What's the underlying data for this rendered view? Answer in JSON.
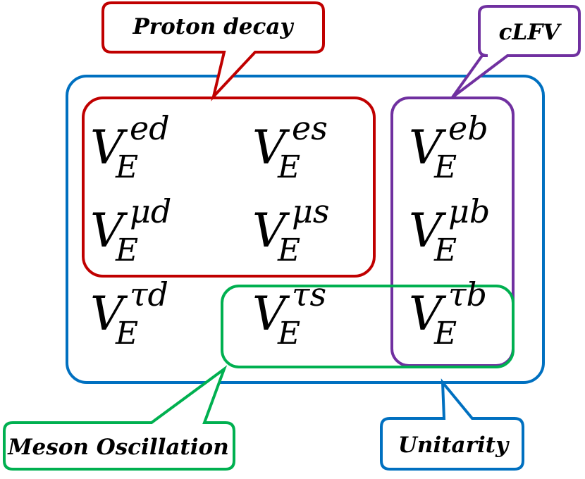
{
  "colors": {
    "proton_decay": "#c00000",
    "clfv": "#7030a0",
    "meson_oscillation": "#00b050",
    "unitarity": "#0070c0"
  },
  "callouts": {
    "proton_decay": "Proton decay",
    "clfv": "cLFV",
    "meson_oscillation": "Meson Oscillation",
    "unitarity": "Unitarity"
  },
  "matrix": {
    "base": "V",
    "subscript": "E",
    "rows": [
      [
        "ed",
        "es",
        "eb"
      ],
      [
        "μd",
        "μs",
        "μb"
      ],
      [
        "τd",
        "τs",
        "τb"
      ]
    ]
  }
}
